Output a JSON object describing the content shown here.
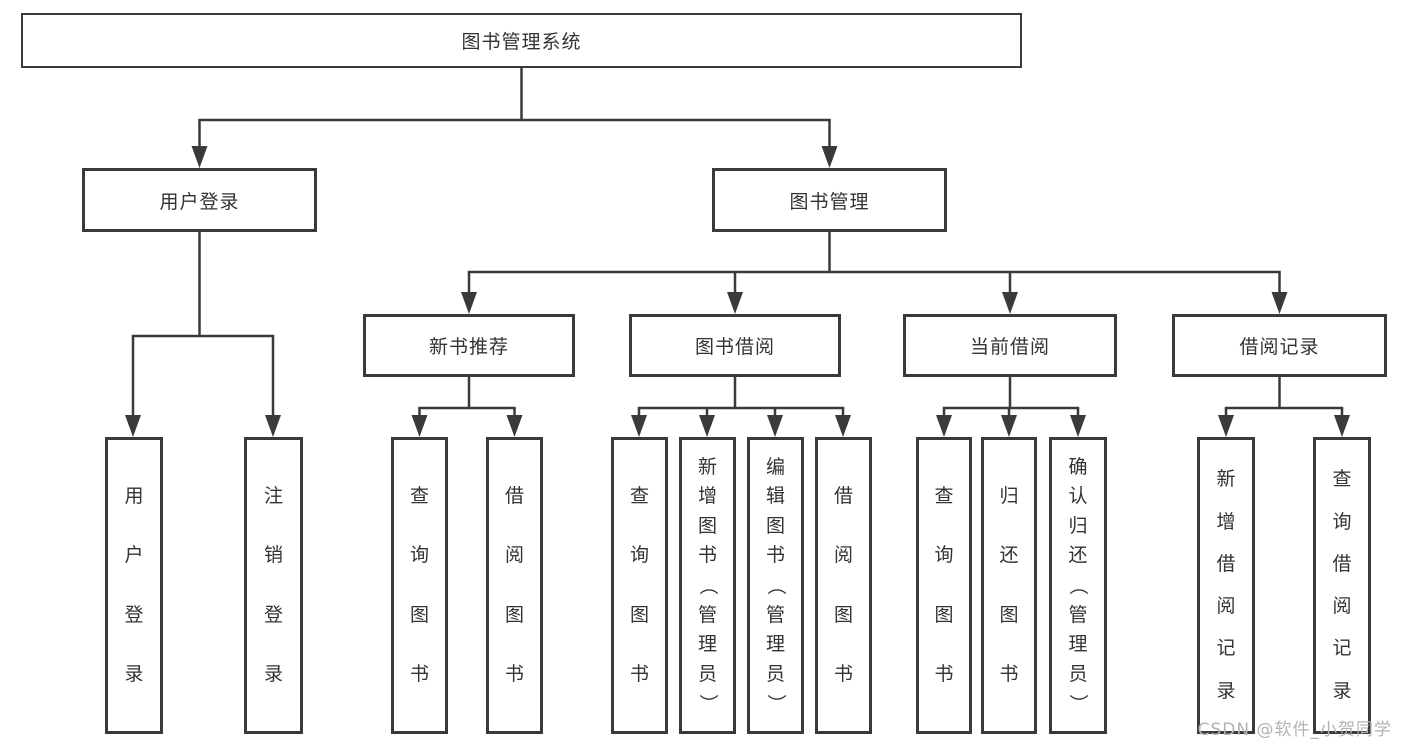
{
  "diagram": {
    "type": "tree-hierarchy",
    "colors": {
      "line": "#3a3a3a",
      "box_border": "#3a3a3a",
      "text": "#333333",
      "watermark": "#b3b3b3",
      "background": "#ffffff"
    },
    "nodes": {
      "root": {
        "label": "图书管理系统"
      },
      "user_login": {
        "label": "用户登录"
      },
      "book_mgmt": {
        "label": "图书管理"
      },
      "new_book_rec": {
        "label": "新书推荐"
      },
      "book_borrow": {
        "label": "图书借阅"
      },
      "current_borrow": {
        "label": "当前借阅"
      },
      "borrow_record": {
        "label": "借阅记录"
      },
      "leaf_user_login": {
        "label": "用户登录"
      },
      "leaf_logout": {
        "label": "注销登录"
      },
      "rec_query_book": {
        "label": "查询图书"
      },
      "rec_borrow_book": {
        "label": "借阅图书"
      },
      "bb_query_book": {
        "label": "查询图书"
      },
      "bb_add_book": {
        "label": "新增图书（管理员）"
      },
      "bb_edit_book": {
        "label": "编辑图书（管理员）"
      },
      "bb_borrow_book": {
        "label": "借阅图书"
      },
      "cb_query_book": {
        "label": "查询图书"
      },
      "cb_return_book": {
        "label": "归还图书"
      },
      "cb_confirm_return": {
        "label": "确认归还（管理员）"
      },
      "br_add_record": {
        "label": "新增借阅记录"
      },
      "br_query_record": {
        "label": "查询借阅记录"
      }
    },
    "edges": [
      "root -> user_login",
      "root -> book_mgmt",
      "user_login -> leaf_user_login",
      "user_login -> leaf_logout",
      "book_mgmt -> new_book_rec",
      "book_mgmt -> book_borrow",
      "book_mgmt -> current_borrow",
      "book_mgmt -> borrow_record",
      "new_book_rec -> rec_query_book",
      "new_book_rec -> rec_borrow_book",
      "book_borrow -> bb_query_book",
      "book_borrow -> bb_add_book",
      "book_borrow -> bb_edit_book",
      "book_borrow -> bb_borrow_book",
      "current_borrow -> cb_query_book",
      "current_borrow -> cb_return_book",
      "current_borrow -> cb_confirm_return",
      "borrow_record -> br_add_record",
      "borrow_record -> br_query_record"
    ],
    "watermark": "CSDN @软件_小贺同学"
  }
}
